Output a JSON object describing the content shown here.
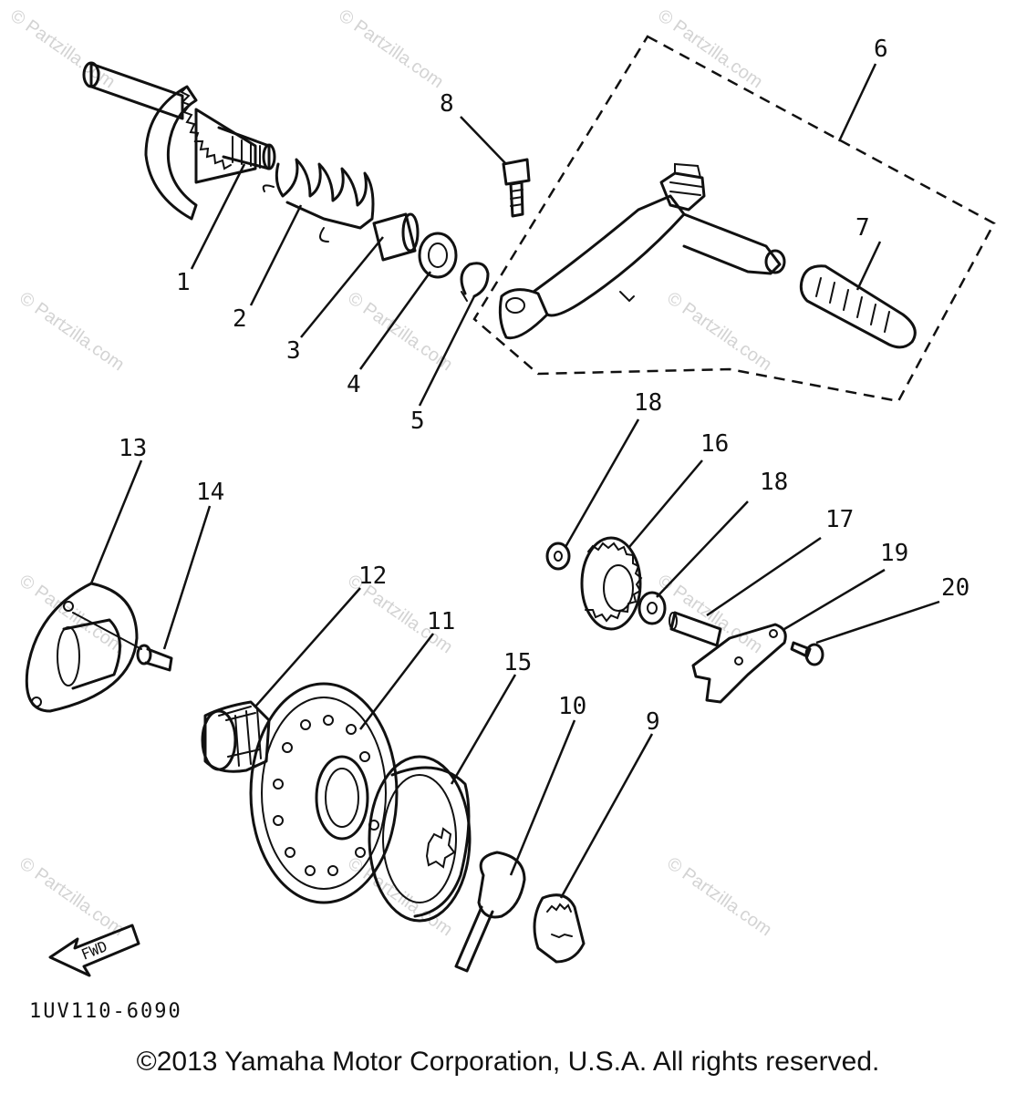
{
  "callouts": [
    "1",
    "2",
    "3",
    "4",
    "5",
    "6",
    "7",
    "8",
    "9",
    "10",
    "11",
    "12",
    "13",
    "14",
    "15",
    "16",
    "17",
    "18",
    "18",
    "19",
    "20"
  ],
  "fwd_label": "FWD",
  "diagram_code": "1UV110-6090",
  "copyright": "©2013 Yamaha Motor Corporation, U.S.A. All rights reserved.",
  "watermark": "© Partzilla.com"
}
